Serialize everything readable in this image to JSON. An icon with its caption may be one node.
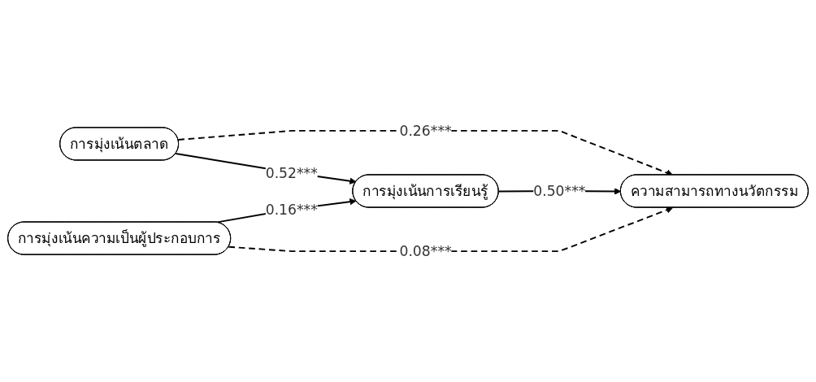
{
  "diagram": {
    "nodes": [
      {
        "text": [
          "การมุ่งเน้นตลาด"
        ]
      },
      {
        "text": [
          "การมุ่งเน้นการเรียนรู้"
        ]
      },
      {
        "text": [
          "ความสามารถทางนวัตกรรม"
        ]
      },
      {
        "text": [
          "การมุ่งเน้นความเป็นผู้ประกอบการ"
        ]
      }
    ],
    "edges": [
      {
        "from": 0,
        "to": 2,
        "arrow": "to",
        "label": "0.26***",
        "style": "dashed"
      },
      {
        "from": 0,
        "to": 1,
        "arrow": "to",
        "label": "0.52***"
      },
      {
        "from": 1,
        "to": 2,
        "arrow": "to",
        "label": "0.50***"
      },
      {
        "from": 3,
        "to": 1,
        "arrow": "to",
        "label": "0.16***"
      },
      {
        "from": 3,
        "to": 2,
        "arrow": "to",
        "label": "0.08***",
        "style": "dashed"
      }
    ]
  }
}
